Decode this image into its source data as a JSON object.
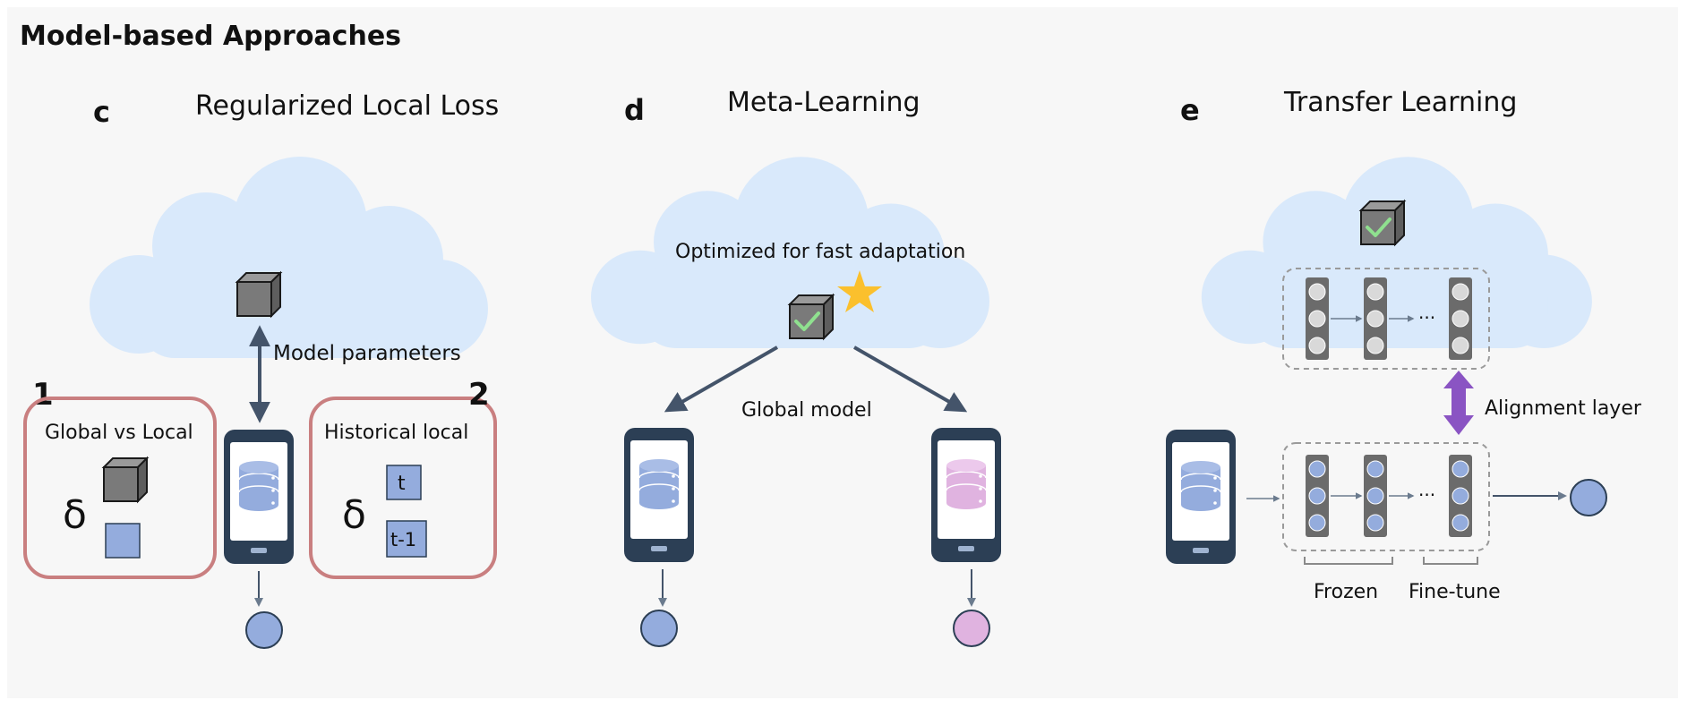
{
  "heading": "Model-based Approaches",
  "panels": {
    "c": {
      "letter": "c",
      "title": "Regularized Local Loss",
      "arrow_label": "Model parameters",
      "box1": {
        "number": "1",
        "label": "Global vs Local",
        "symbol": "δ"
      },
      "box2": {
        "number": "2",
        "label": "Historical local",
        "symbol": "δ",
        "tag_top": "t",
        "tag_bottom": "t-1"
      }
    },
    "d": {
      "letter": "d",
      "title": "Meta-Learning",
      "cloud_label": "Optimized for fast adaptation",
      "arrow_label": "Global model"
    },
    "e": {
      "letter": "e",
      "title": "Transfer Learning",
      "alignment_label": "Alignment layer",
      "frozen_label": "Frozen",
      "finetune_label": "Fine-tune",
      "ellipsis_top": "···",
      "ellipsis_bottom": "···"
    }
  },
  "colors": {
    "cloud": "#d9e9fb",
    "cloud_edge": "#bcd8f6",
    "outline_box": "#c97f80",
    "phone": "#2c3f55",
    "blue_node": "#94acdd",
    "pink_node": "#e0b3e0",
    "arrow": "#44546a",
    "alignment": "#8a54c3",
    "star": "#fbc02d",
    "check": "#8fe08f",
    "cube": "#7a7a7a"
  }
}
